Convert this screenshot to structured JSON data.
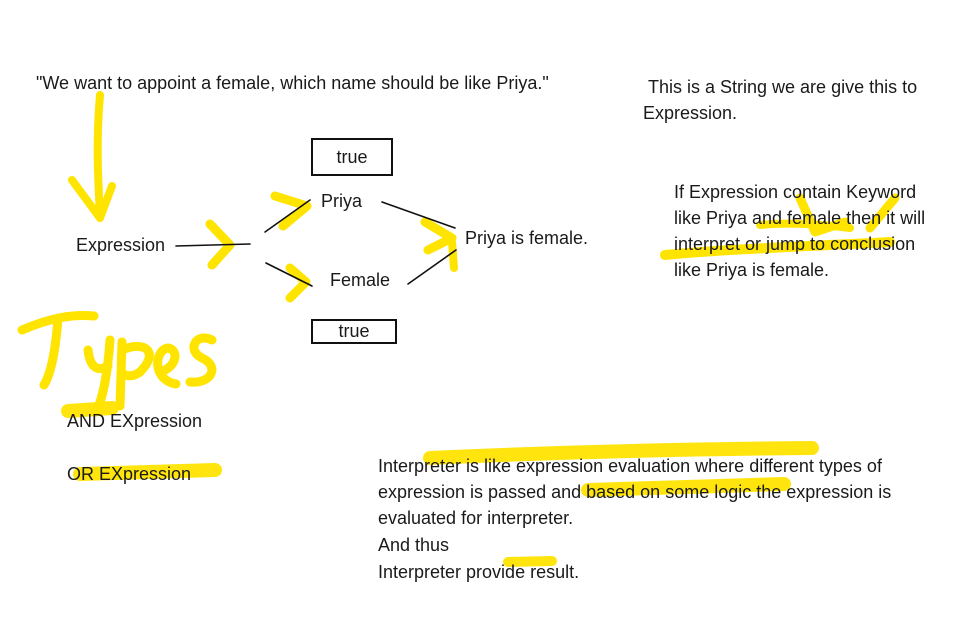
{
  "canvas": {
    "title": "Interpreter pattern notes",
    "highlight_color": "#ffe400",
    "ink_color": "#111111"
  },
  "quote": "\"We want to appoint a female, which name should be like Priya.\"",
  "string_note": {
    "line1": "This is a String we are give this to",
    "line2": "Expression."
  },
  "diagram": {
    "expression": "Expression",
    "priya": "Priya",
    "female": "Female",
    "true_top": "true",
    "true_bottom": "true",
    "result": "Priya is  female."
  },
  "keyword_note": {
    "line1": "If Expression contain Keyword",
    "line2": "like Priya and female then it will",
    "line3": "interpret or jump to conclusion",
    "line4": "like Priya is female."
  },
  "types": {
    "heading": "Types",
    "and": "AND EXpression",
    "or": "OR EXpression"
  },
  "summary": {
    "line1": "Interpreter is like expression evaluation where different types of",
    "line2": "expression is passed and based on some logic  the expression is",
    "line3": "evaluated for interpreter.",
    "line4": "And thus",
    "line5": "Interpreter provide result."
  }
}
